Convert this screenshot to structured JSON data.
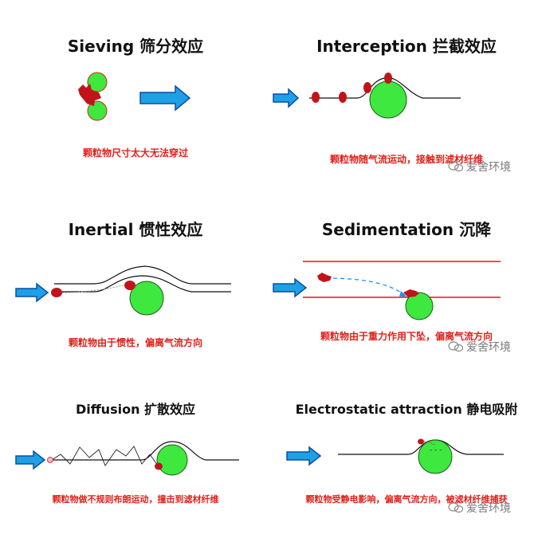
{
  "panels": {
    "sieving": {
      "title": "Sieving 筛分效应",
      "caption": "颗粒物尺寸太大无法穿过"
    },
    "interception": {
      "title": "Interception 拦截效应",
      "caption": "颗粒物随气流运动，接触到滤材纤维"
    },
    "inertial": {
      "title": "Inertial 惯性效应",
      "caption": "颗粒物由于惯性，偏离气流方向"
    },
    "sedimentation": {
      "title": "Sedimentation 沉降",
      "caption": "颗粒物由于重力作用下坠，偏离气流方向"
    },
    "diffusion": {
      "title": "Diffusion 扩散效应",
      "caption": "颗粒物做不规则布朗运动，撞击到滤材纤维"
    },
    "electrostatic": {
      "title": "Electrostatic attraction 静电吸附",
      "caption": "颗粒物受静电影响，偏离气流方向，被滤材纤维捕获"
    }
  },
  "watermark": {
    "text": "爱舍环境",
    "icon": "wechat-icon"
  },
  "colors": {
    "arrow": "#1ea0e6",
    "fiber": "#3ee83e",
    "particle": "#c0141a",
    "caption": "#e0201a",
    "sedimentation_line": "#e8121a",
    "trajectory": "#1e90ff"
  }
}
